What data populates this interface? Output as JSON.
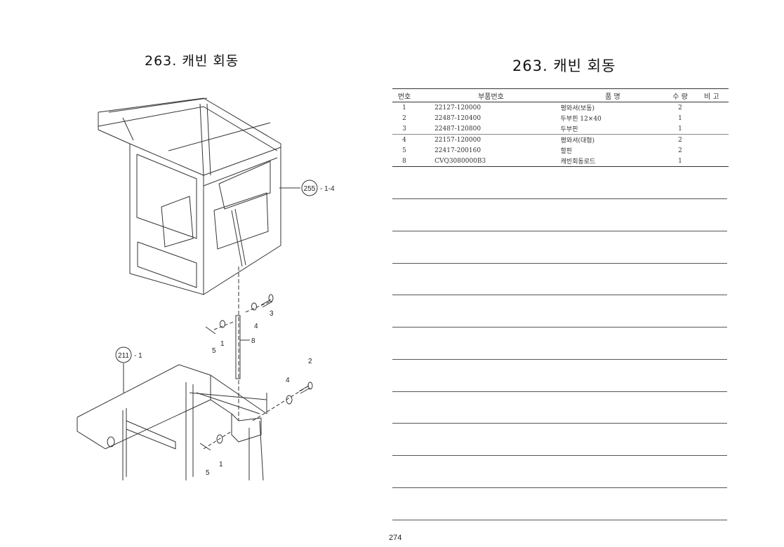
{
  "page": {
    "left_title": "263. 캐빈 회동",
    "right_title": "263. 캐빈 회동",
    "page_number": "274"
  },
  "diagram": {
    "callouts": {
      "c255": "255",
      "c255_range": "- 1-4",
      "c211": "211",
      "c211_range": "- 1",
      "n1a": "1",
      "n1b": "1",
      "n2": "2",
      "n3": "3",
      "n4a": "4",
      "n4b": "4",
      "n5a": "5",
      "n5b": "5",
      "n8": "8"
    }
  },
  "parts_table": {
    "headers": {
      "no": "번호",
      "part_no": "부품번호",
      "name": "품    명",
      "qty": "수 량",
      "remark": "비 고"
    },
    "rows": [
      {
        "no": "1",
        "part_no": "22127-120000",
        "name": "평와셔(보동)",
        "qty": "2",
        "remark": ""
      },
      {
        "no": "2",
        "part_no": "22487-120400",
        "name": "두부핀 12×40",
        "qty": "1",
        "remark": ""
      },
      {
        "no": "3",
        "part_no": "22487-120800",
        "name": "두부핀",
        "qty": "1",
        "remark": ""
      },
      {
        "no": "4",
        "part_no": "22157-120000",
        "name": "평와셔(대형)",
        "qty": "2",
        "remark": ""
      },
      {
        "no": "5",
        "part_no": "22417-200160",
        "name": "할핀",
        "qty": "2",
        "remark": ""
      },
      {
        "no": "8",
        "part_no": "CVQ3080000B3",
        "name": "캐빈회동로드",
        "qty": "1",
        "remark": ""
      }
    ]
  }
}
